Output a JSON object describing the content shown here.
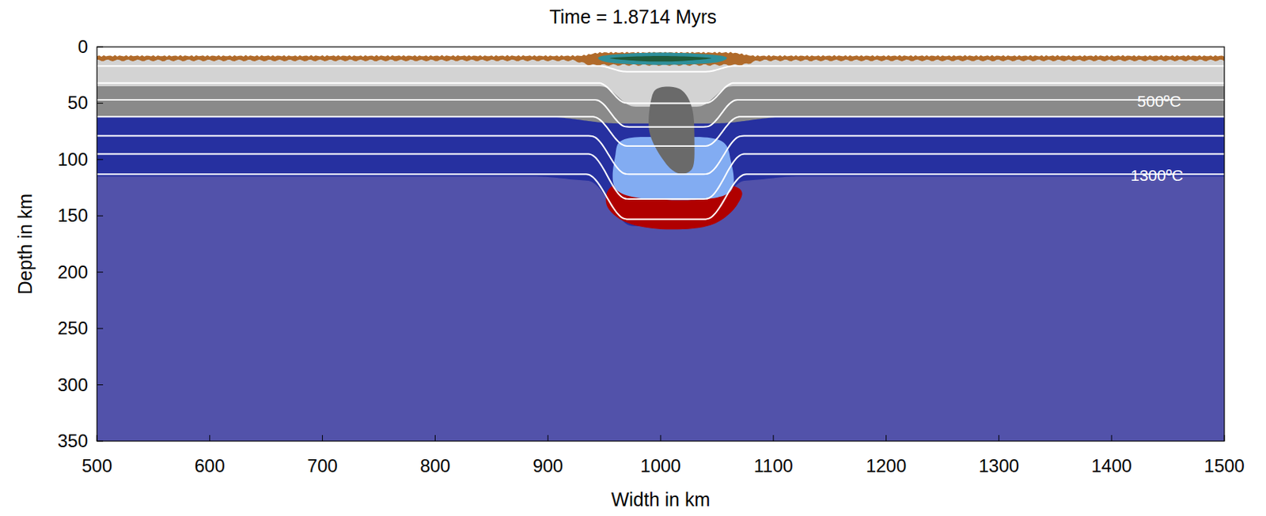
{
  "diagram": {
    "title": "Time = 1.8714 Myrs",
    "labels": [
      "0",
      "50",
      "100",
      "150",
      "200",
      "250",
      "300",
      "350",
      "500",
      "600",
      "700",
      "800",
      "900",
      "1000",
      "1100",
      "1200",
      "1300",
      "1400",
      "1500",
      "Depth in km",
      "Width in km",
      "500ºC",
      "1300ºC"
    ]
  }
}
